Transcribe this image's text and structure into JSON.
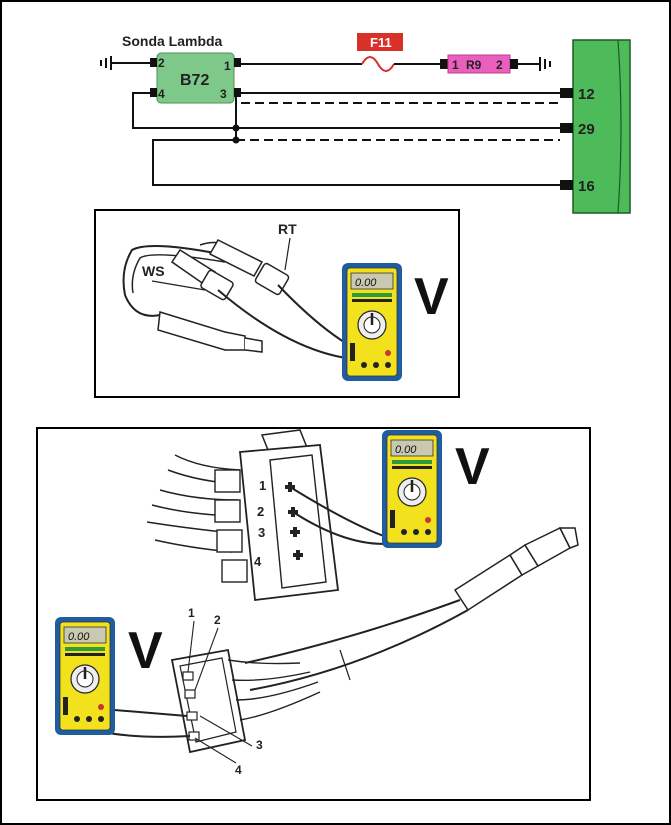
{
  "schematic": {
    "sensor_label": "Sonda Lambda",
    "sensor_id": "B72",
    "sensor_pins": {
      "p1": "1",
      "p2": "2",
      "p3": "3",
      "p4": "4"
    },
    "fuse_label": "F11",
    "resistor": {
      "pin_left": "1",
      "label": "R9",
      "pin_right": "2"
    },
    "ecu_pins": {
      "a": "12",
      "b": "29",
      "c": "16"
    },
    "colors": {
      "sensor_box": "#7ec98a",
      "fuse": "#d9302a",
      "resistor": "#ea5fbd",
      "ecu": "#4dbb59"
    }
  },
  "panel1": {
    "label_rt": "RT",
    "label_ws": "WS",
    "meter_mode": "V",
    "meter_display": "0.00"
  },
  "panel2": {
    "connector_pins": [
      "1",
      "2",
      "3",
      "4"
    ],
    "meter_mode": "V",
    "meter_display": "0.00"
  },
  "panel3": {
    "connector_pins": [
      "1",
      "2",
      "3",
      "4"
    ],
    "meter_mode": "V",
    "meter_display": "0.00"
  },
  "meter_colors": {
    "body": "#1f5da0",
    "face": "#f2e21e"
  }
}
